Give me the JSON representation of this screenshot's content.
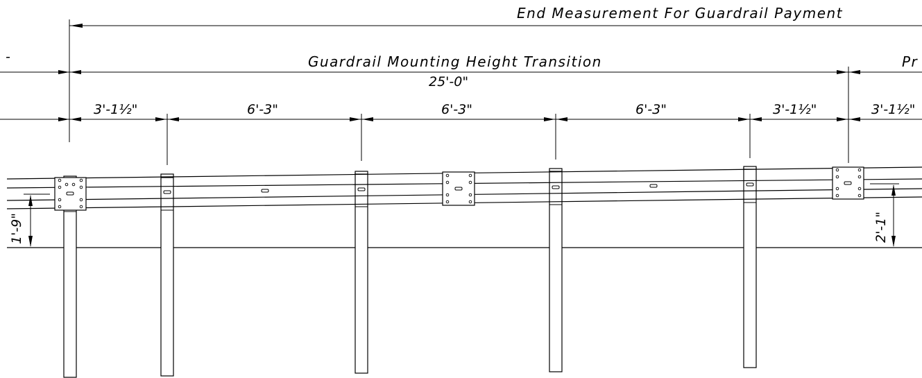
{
  "labels": {
    "end_measurement": "End Measurement For Guardrail Payment",
    "transition": "Guardrail Mounting Height Transition",
    "transition_length": "25'-0\"",
    "right_cut": "Pr",
    "left_cut": "-"
  },
  "spacings": [
    {
      "text": "3'-1½\""
    },
    {
      "text": "6'-3\""
    },
    {
      "text": "6'-3\""
    },
    {
      "text": "6'-3\""
    },
    {
      "text": "3'-1½\""
    },
    {
      "text": "3'-1½\""
    }
  ],
  "heights": {
    "left": "1'-9\"",
    "right": "2'-1\""
  }
}
